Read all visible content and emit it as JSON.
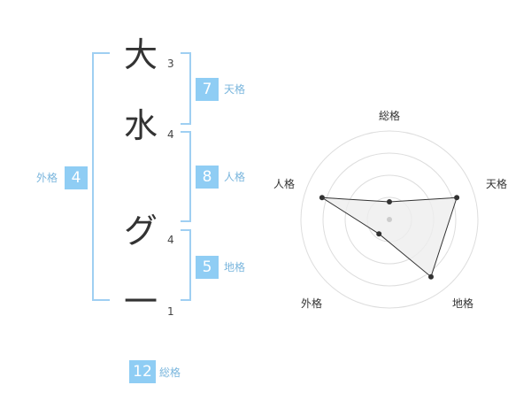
{
  "name": {
    "chars": [
      {
        "char": "大",
        "strokes": "3"
      },
      {
        "char": "水",
        "strokes": "4"
      },
      {
        "char": "グ",
        "strokes": "4"
      },
      {
        "char": "一",
        "strokes": "1"
      }
    ]
  },
  "kaku": {
    "tenkaku": {
      "value": "7",
      "label": "天格"
    },
    "jinkaku": {
      "value": "8",
      "label": "人格"
    },
    "chikaku": {
      "value": "5",
      "label": "地格"
    },
    "gaikaku": {
      "value": "4",
      "label": "外格"
    },
    "soukaku": {
      "value": "12",
      "label": "総格"
    }
  },
  "chart_data": {
    "type": "radar",
    "axes": [
      "総格",
      "天格",
      "地格",
      "外格",
      "人格"
    ],
    "values": [
      0.2,
      0.8,
      0.8,
      0.2,
      0.8
    ],
    "range": [
      0,
      1
    ],
    "rings": 4,
    "colors": {
      "grid": "#dddddd",
      "fill": "#eeeeee",
      "line": "#333333",
      "center": "#cccccc"
    }
  }
}
